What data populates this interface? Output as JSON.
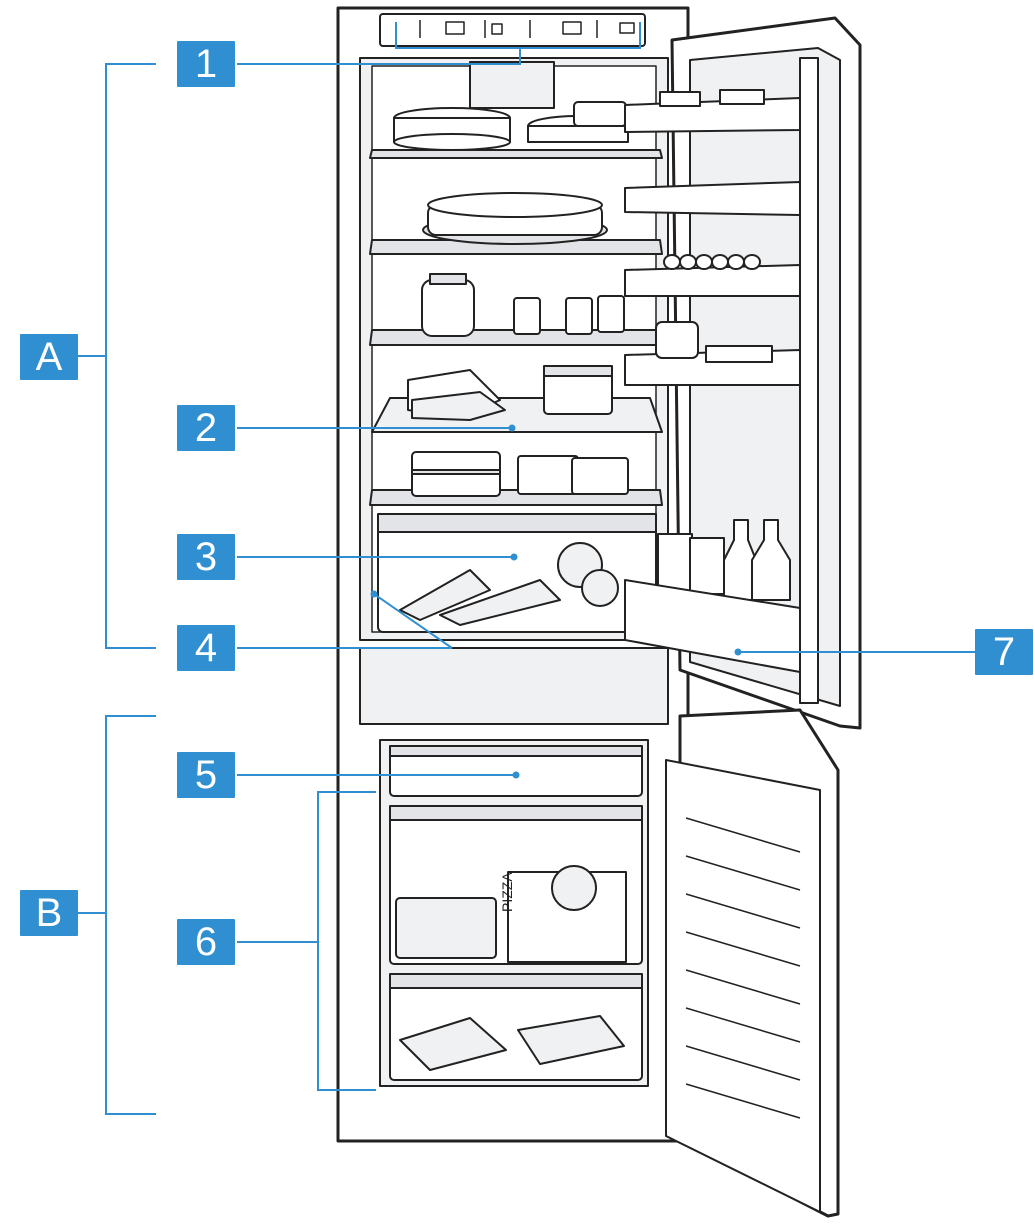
{
  "callouts": {
    "section_a": "A",
    "section_b": "B",
    "c1": "1",
    "c2": "2",
    "c3": "3",
    "c4": "4",
    "c5": "5",
    "c6": "6",
    "c7": "7"
  },
  "colors": {
    "badge": "#2f8fd0",
    "leader": "#2f8fd0",
    "outline": "#222222",
    "panel": "#f0f1f3",
    "background": "#ffffff"
  },
  "product_labels": {
    "pizza_box": "PIZZA"
  }
}
